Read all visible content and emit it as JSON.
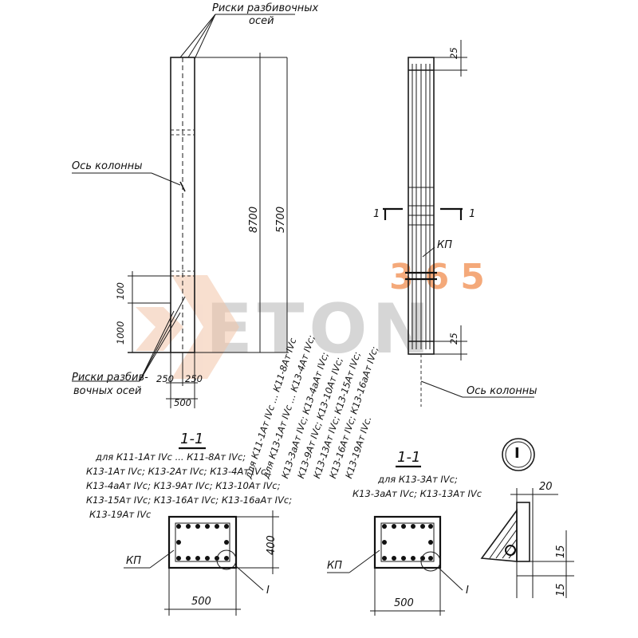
{
  "watermark": {
    "top_text": "365",
    "main_text": "ETON",
    "colors": {
      "top": "#f4a97a",
      "main": "#c8c8c8",
      "logo": "#f2c4a8"
    }
  },
  "labels": {
    "risk_top": "Риски разбивочных",
    "risk_top_line2": "осей",
    "os_kolonny_left": "Ось колонны",
    "risk_bottom": "Риски разбив-",
    "risk_bottom_line2": "вочных осей",
    "kp_right": "КП",
    "os_kolonny_right": "Ось колонны",
    "section_left": "1-1",
    "section_right": "1-1",
    "cut_left": "1",
    "cut_right": "1",
    "kp_section_left": "КП",
    "kp_section_right": "КП",
    "detail_left": "I",
    "detail_right": "I",
    "detail_circle": "I"
  },
  "dimensions": {
    "d8700": "8700",
    "d5700": "5700",
    "d100": "100",
    "d1000": "1000",
    "d250a": "250",
    "d250b": "250",
    "d500": "500",
    "d25_top": "25",
    "d25_bottom": "25",
    "sec_left_w": "500",
    "sec_left_h": "400",
    "sec_right_w": "500",
    "det_20": "20",
    "det_15a": "15",
    "det_15b": "15"
  },
  "notes": {
    "left_block": [
      "для К11-1Ат IVс ... К11-8Ат IVс;",
      "К13-1Ат IVс; К13-2Ат IVс; К13-4Ат IVс;",
      "К13-4аАт IVс; К13-9Ат IVс; К13-10Ат IVс;",
      "К13-15Ат IVс; К13-16Ат IVс; К13-16аАт IVс;",
      "К13-19Ат IVс"
    ],
    "right_block": [
      "для К13-3Ат IVс;",
      "К13-3аАт IVс; К13-13Ат IVс"
    ],
    "vertical": [
      "для К11-1Ат IVс ... К11-8Ат IVс",
      "для К13-1Ат IVс ... К13-4Ат IVс;",
      "К13-3аАт IVс; К13-4аАт IVс;",
      "К13-9Ат IVс; К13-10Ат IVс;",
      "К13-13Ат IVс; К13-15Ат IVс;",
      "К13-16Ат IVс; К13-16аАт IVс;",
      "К13-19Ат IVс."
    ]
  }
}
